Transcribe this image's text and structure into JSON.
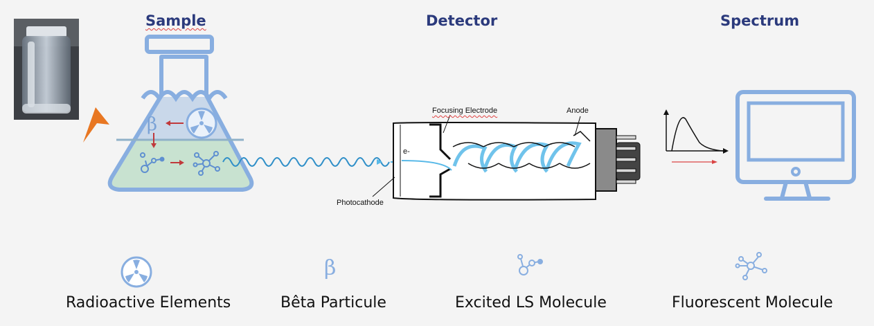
{
  "stages": {
    "sample": "Sample",
    "detector": "Detector",
    "spectrum": "Spectrum"
  },
  "detector_labels": {
    "focusing_electrode": "Focusing Electrode",
    "anode": "Anode",
    "photocathode": "Photocathode",
    "electron": "e-"
  },
  "flask": {
    "beta_symbol": "β"
  },
  "legend": {
    "radioactive": "Radioactive Elements",
    "beta": "Bêta Particule",
    "beta_symbol": "β",
    "excited": "Excited LS Molecule",
    "fluorescent": "Fluorescent Molecule"
  },
  "colors": {
    "outline": "#88aee0",
    "liquid_top": "#c9d8ea",
    "liquid_bottom": "#c8e2d0",
    "arrow": "#c0393b",
    "title": "#2b3a7c",
    "wave": "#2f8fc8",
    "photon": "#58b9e8"
  }
}
